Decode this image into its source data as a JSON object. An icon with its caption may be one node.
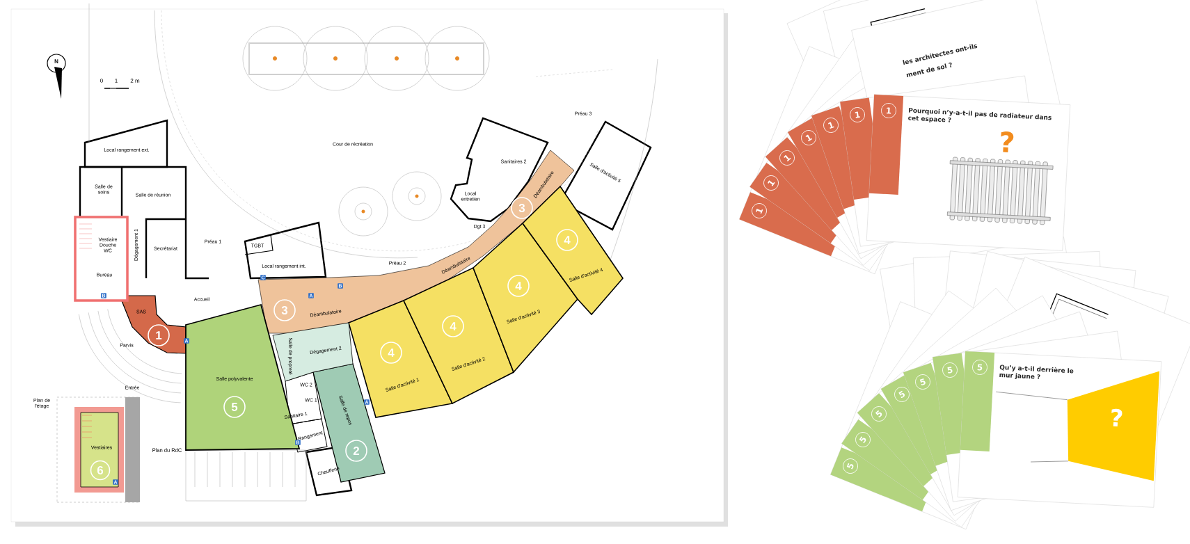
{
  "diagram": {
    "nodes": [
      {
        "text": [
          "SAS",
          "1"
        ]
      },
      {
        "text": [
          "Salle de repos",
          "2"
        ]
      },
      {
        "text": [
          "Déambulatoire",
          "Déambulatoire",
          "Déambulatoire",
          "3",
          "3"
        ]
      },
      {
        "text": [
          "Salle d'activité 1",
          "4"
        ]
      },
      {
        "text": [
          "Salle d'activité 2",
          "4"
        ]
      },
      {
        "text": [
          "Salle d'activité 3",
          "4"
        ]
      },
      {
        "text": [
          "Salle d'activité 4",
          "4"
        ]
      },
      {
        "text": [
          "Salle polyvalente",
          "5"
        ]
      },
      {
        "text": [
          "Vestiaire Douche WC",
          "Bureau"
        ]
      },
      {
        "text": [
          "Salle de propreté",
          "Dégagement 2"
        ]
      },
      {
        "text": [
          "Plan de l'étage"
        ]
      },
      {
        "text": [
          "Vestiaires",
          "6"
        ],
        "in": 10
      },
      {
        "text": [
          "1"
        ]
      },
      {
        "text": [
          "1"
        ]
      },
      {
        "text": [
          "1"
        ]
      },
      {
        "text": [
          "1"
        ]
      },
      {
        "text": [
          "1"
        ]
      },
      {
        "text": [
          "1"
        ]
      },
      {
        "text": [
          "Pourquoi n’y-a-t-il pas de radiateur dans cet espace ?",
          "?"
        ]
      },
      {
        "text": [
          "1"
        ],
        "in": 18
      },
      {
        "text": [
          "5"
        ]
      },
      {
        "text": [
          "5"
        ]
      },
      {
        "text": [
          "5"
        ]
      },
      {
        "text": [
          "5"
        ]
      },
      {
        "text": [
          "5"
        ]
      },
      {
        "text": [
          "5"
        ]
      },
      {
        "text": [
          "Qu’y a-t-il derrière le mur jaune ?",
          "?"
        ]
      },
      {
        "text": [
          "5"
        ],
        "in": 26
      }
    ],
    "labels": [
      "N",
      "0",
      "1",
      "2 m",
      "Cour de récréation",
      "Préau 3",
      "Local rangement ext.",
      "Sanitaires 2",
      "Salle d'activité 5",
      "Salle de soins",
      "Salle de réunion",
      "Local entretien",
      "Dégagement 1",
      "Dgt 3",
      "Secrétariat",
      "Préau 1",
      "TGBT",
      "Local rangement int.",
      "Préau 2",
      "C",
      "A",
      "B",
      "B",
      "Accueil",
      "Parvis",
      "A",
      "Entrée",
      "WC 2",
      "A",
      "Sanitaire 1",
      "WC 1",
      "Rangement",
      "B",
      "Plan du RdC",
      "Chaufferie",
      "A",
      "les architectes ont-ils",
      "ment de sol ?"
    ]
  }
}
